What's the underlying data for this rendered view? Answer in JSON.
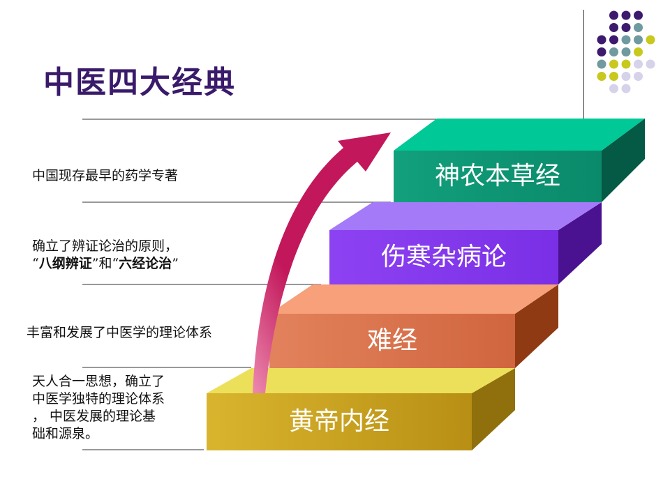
{
  "title": "中医四大经典",
  "steps": [
    {
      "label": "神农本草经",
      "description": [
        "中国现存最早的药学专著"
      ]
    },
    {
      "label": "伤寒杂病论",
      "description_line1": "确立了辨证论治的原则，",
      "description_line2": {
        "q1": "“",
        "t1": "八纲辨证",
        "mid": "”和“",
        "t2": "六经论治",
        "q2": "”"
      }
    },
    {
      "label": "难经",
      "description": [
        "丰富和发展了中医学的理论体系"
      ]
    },
    {
      "label": "黄帝内经",
      "description": [
        "天人合一思想，确立了",
        "中医学独特的理论体系",
        "， 中医发展的理论基",
        "础和源泉。"
      ]
    }
  ],
  "colors": {
    "title": "#3a1a6a",
    "step1_front": "#0e9a78",
    "step1_top": "#00c897",
    "step2_front": "#8a3df0",
    "step2_top": "#a57af8",
    "step3_front": "#e07a55",
    "step3_top": "#f7a07a",
    "step4_front": "#c9a52a",
    "step4_top": "#ece05a",
    "arrow": "#c2185b",
    "dot_purple": "#3d1a6e",
    "dot_teal": "#6f9aa0",
    "dot_olive": "#c8c81e",
    "dot_lavender": "#d6d2ea"
  }
}
